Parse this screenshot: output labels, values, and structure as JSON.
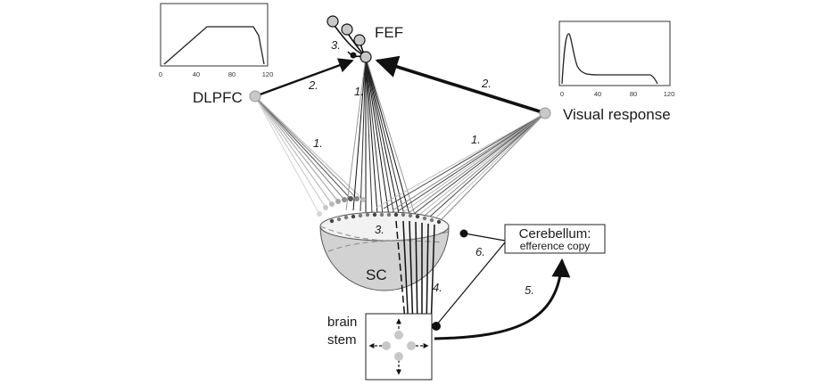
{
  "labels": {
    "fef": "FEF",
    "dlpfc": "DLPFC",
    "visual_response": "Visual response",
    "sc": "SC",
    "brain_stem_line1": "brain",
    "brain_stem_line2": "stem",
    "cerebellum_line1": "Cerebellum:",
    "cerebellum_line2": "efference copy"
  },
  "steps": {
    "dlpfc_to_sc": "1.",
    "fef_to_sc": "1.",
    "visual_to_sc": "1.",
    "dlpfc_to_fef": "2.",
    "visual_to_fef": "2.",
    "fef_local": "3.",
    "sc_local": "3.",
    "sc_to_brainstem": "4.",
    "brainstem_to_cerebellum": "5.",
    "cerebellum_to_sc": "6."
  },
  "insets": {
    "dlpfc_profile": {
      "x_ticks": [
        "0",
        "40",
        "80",
        "120"
      ]
    },
    "visual_profile": {
      "x_ticks": [
        "0",
        "40",
        "80",
        "120"
      ]
    }
  },
  "colors": {
    "line": "#111111",
    "node_fill": "#c8c8c8",
    "sc_fill": "#d2d2d2"
  }
}
